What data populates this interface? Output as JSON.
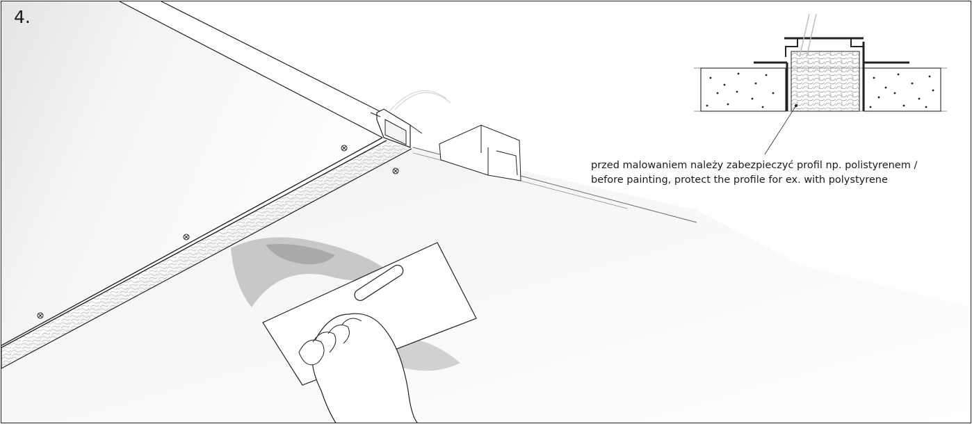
{
  "step": {
    "number": "4."
  },
  "callout": {
    "line_pl": "przed malowaniem należy zabezpieczyć profil np. polistyrenem /",
    "line_en": "before painting, protect the profile for ex. with polystyrene"
  },
  "colors": {
    "line": "#222222",
    "panel_shadow": "#d8d8d8",
    "stain": "#9a9a9a"
  }
}
